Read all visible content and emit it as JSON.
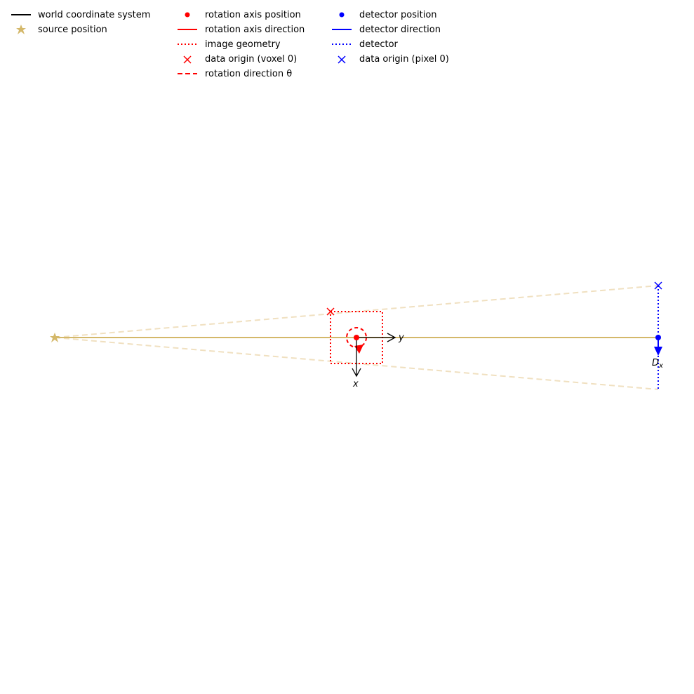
{
  "figure": {
    "type": "cone-beam geometry diagram",
    "colors": {
      "world": "#000000",
      "source": "#d4b86a",
      "source_ray": "#f0e0c0",
      "image": "#ff0000",
      "detector": "#0000ff"
    }
  },
  "legend": {
    "col1": [
      {
        "label": "world coordinate system",
        "marker": "solid-line",
        "color": "#000000"
      },
      {
        "label": "source position",
        "marker": "star",
        "color": "#d4b86a"
      }
    ],
    "col2": [
      {
        "label": "rotation axis position",
        "marker": "dot",
        "color": "#ff0000"
      },
      {
        "label": "rotation axis direction",
        "marker": "solid-line",
        "color": "#ff0000"
      },
      {
        "label": "image geometry",
        "marker": "dotted-line",
        "color": "#ff0000"
      },
      {
        "label": "data origin (voxel 0)",
        "marker": "x",
        "color": "#ff0000"
      },
      {
        "label": "rotation direction θ",
        "marker": "dashed-line",
        "color": "#ff0000"
      }
    ],
    "col3": [
      {
        "label": "detector position",
        "marker": "dot",
        "color": "#0000ff"
      },
      {
        "label": "detector direction",
        "marker": "solid-line",
        "color": "#0000ff"
      },
      {
        "label": "detector",
        "marker": "dotted-line",
        "color": "#0000ff"
      },
      {
        "label": "data origin (pixel 0)",
        "marker": "x",
        "color": "#0000ff"
      }
    ]
  },
  "annotations": {
    "world_x": "x",
    "world_y": "y",
    "detector_dir": "D",
    "detector_dir_sub": "x"
  }
}
